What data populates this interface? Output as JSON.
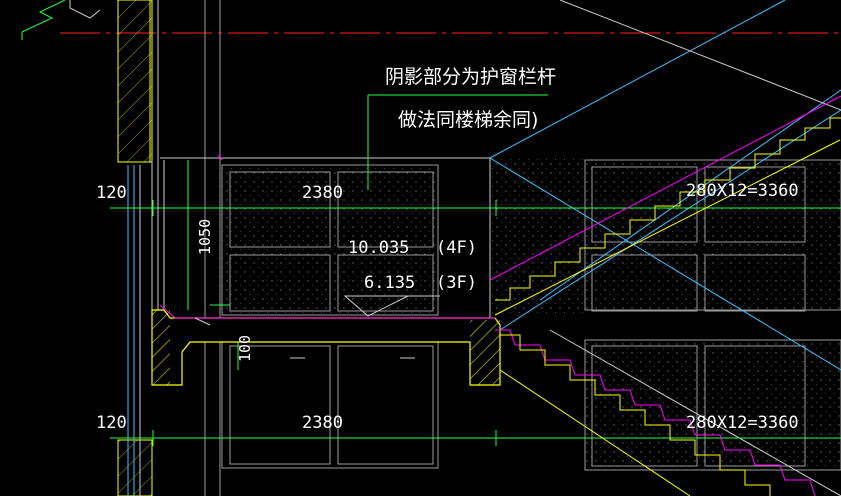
{
  "drawing": {
    "note_line1": "阴影部分为护窗栏杆",
    "note_line2": "做法同楼梯余同)",
    "labels": {
      "dim_120_top": "120",
      "dim_120_bottom": "120",
      "dim_2380_top": "2380",
      "dim_2380_bottom": "2380",
      "dim_1050": "1050",
      "dim_100": "100",
      "elev_4f": "10.035",
      "floor_4f": "(4F)",
      "elev_3f": "6.135",
      "floor_3f": "(3F)",
      "stair_top": "280X12=3360",
      "stair_bottom": "280X12=3360"
    },
    "colors": {
      "background": "#000000",
      "red_axis": "#ff2020",
      "green_dim": "#20ff40",
      "yellow_wall": "#ffff00",
      "magenta": "#ff00ff",
      "cyan": "#40c0ff",
      "grey_frame": "#9a9a9a",
      "white_text": "#ffffff"
    }
  }
}
